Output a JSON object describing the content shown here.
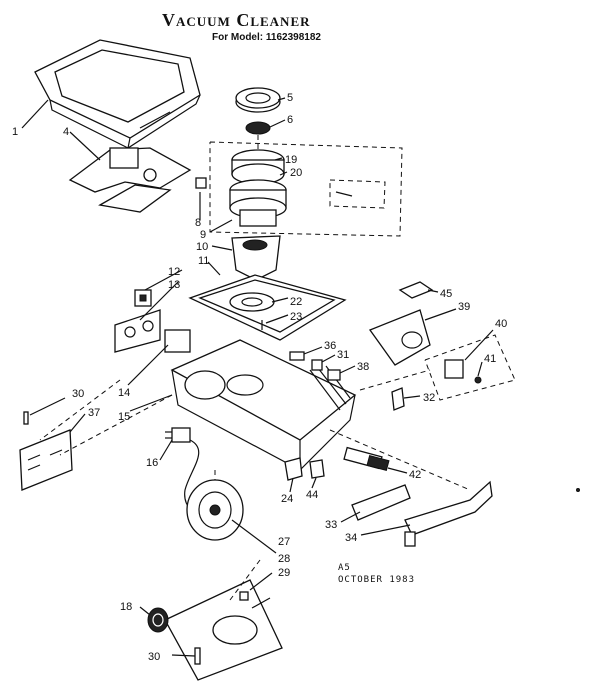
{
  "title": "Vacuum Cleaner",
  "subtitle": "For Model: 1162398182",
  "footer": {
    "code": "A5",
    "date": "OCTOBER 1983"
  },
  "callouts": {
    "c1": "1",
    "c4": "4",
    "c5": "5",
    "c6": "6",
    "c8": "8",
    "c9": "9",
    "c10": "10",
    "c11": "11",
    "c12": "12",
    "c13": "13",
    "c14": "14",
    "c15": "15",
    "c16": "16",
    "c18": "18",
    "c19": "19",
    "c20": "20",
    "c22": "22",
    "c23": "23",
    "c24": "24",
    "c27": "27",
    "c28": "28",
    "c29": "29",
    "c30a": "30",
    "c30b": "30",
    "c31": "31",
    "c32": "32",
    "c33": "33",
    "c34": "34",
    "c36": "36",
    "c37": "37",
    "c38": "38",
    "c39": "39",
    "c40": "40",
    "c41": "41",
    "c42": "42",
    "c44": "44",
    "c45": "45"
  }
}
